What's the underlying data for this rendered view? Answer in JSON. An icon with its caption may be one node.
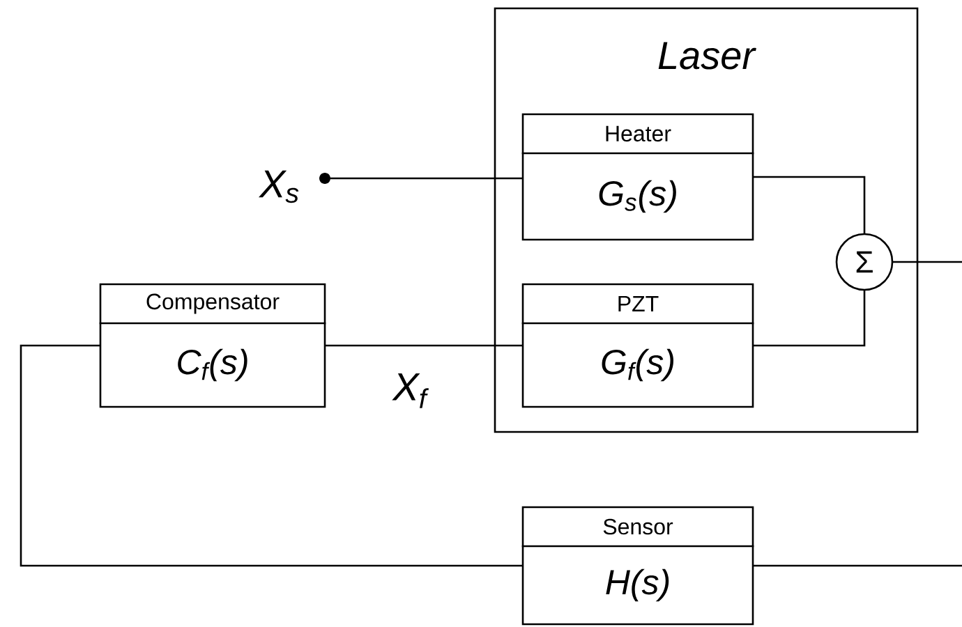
{
  "diagram": {
    "nodes": [
      {
        "text": [
          "Laser"
        ]
      },
      {
        "text": [
          "Heater",
          "G$_{s}$(s)"
        ],
        "in": 0
      },
      {
        "text": [
          "PZT",
          "G$_{f}$(s)"
        ],
        "in": 0
      },
      {
        "text": [
          "Σ"
        ],
        "in": 0
      },
      {
        "text": [
          "Compensator",
          "C$_{f}$(s)"
        ]
      },
      {
        "text": [
          "Sensor",
          "H(s)"
        ]
      },
      {
        "text": [],
        "shape": "circle",
        "beside": [
          "X$_{s}$"
        ]
      }
    ],
    "edges": [
      {
        "from": 6,
        "to": 1,
        "arrow": "none"
      },
      {
        "from": 4,
        "to": 2,
        "arrow": "none",
        "label": "X$_{f}$"
      },
      {
        "from": 1,
        "to": 3,
        "arrow": "none"
      },
      {
        "from": 2,
        "to": 3,
        "arrow": "none"
      },
      {
        "from": 3,
        "to": null,
        "arrow": "none"
      },
      {
        "from": 5,
        "to": null,
        "arrow": "none"
      },
      {
        "from": 5,
        "to": 4,
        "arrow": "none"
      }
    ]
  }
}
